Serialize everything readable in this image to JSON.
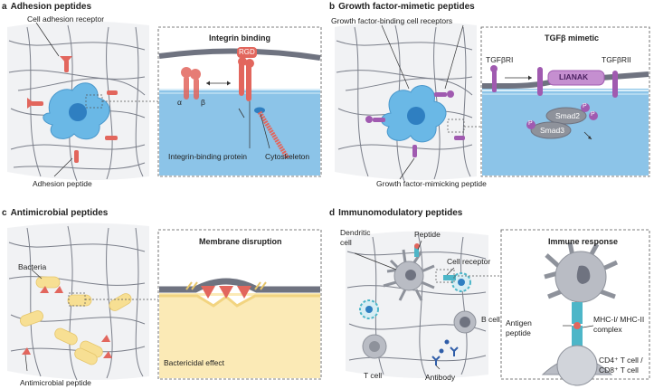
{
  "panel_a": {
    "letter": "a",
    "title": "Adhesion peptides",
    "label_receptor": "Cell adhesion receptor",
    "label_peptide": "Adhesion peptide",
    "inset_title": "Integrin binding",
    "label_rgd": "RGD",
    "label_alpha": "α",
    "label_beta": "β",
    "label_integrin_protein": "Integrin-binding protein",
    "label_cytoskeleton": "Cytoskeleton"
  },
  "panel_b": {
    "letter": "b",
    "title": "Growth factor-mimetic peptides",
    "label_receptors": "Growth factor-binding cell receptors",
    "label_peptide": "Growth factor-mimicking peptide",
    "inset_title": "TGFβ mimetic",
    "label_tgfbri": "TGFβRI",
    "label_tgfbrii": "TGFβRII",
    "label_lianak": "LIANAK",
    "label_smad2": "Smad2",
    "label_smad3": "Smad3",
    "label_p": "P"
  },
  "panel_c": {
    "letter": "c",
    "title": "Antimicrobial peptides",
    "label_bacteria": "Bacteria",
    "label_peptide": "Antimicrobial peptide",
    "inset_title": "Membrane disruption",
    "label_effect": "Bactericidal effect"
  },
  "panel_d": {
    "letter": "d",
    "title": "Immunomodulatory peptides",
    "label_dendritic_1": "Dendritic",
    "label_dendritic_2": "cell",
    "label_peptide": "Peptide",
    "label_cell_receptor": "Cell receptor",
    "label_bcell": "B cell",
    "label_tcell": "T cell",
    "label_antibody": "Antibody",
    "inset_title": "Immune response",
    "label_antigen_1": "Antigen",
    "label_antigen_2": "peptide",
    "label_mhc_1": "MHC-I/ MHC-II",
    "label_mhc_2": "complex",
    "label_cd4": "CD4⁺ T cell /",
    "label_cd8": "CD8⁺ T cell"
  },
  "colors": {
    "network": "#6b7280",
    "cell_blue": "#6ab8e6",
    "nucleus": "#2f7fc1",
    "adhesion_red": "#e2665d",
    "gf_purple": "#a05ab0",
    "bacteria_yellow": "#f7df93",
    "membrane": "#6f7380",
    "inset_blue": "#8cc4e8",
    "inset_yellow": "#fbeab6",
    "immune_teal": "#4db6c8",
    "grey_cell": "#b9bcc4"
  }
}
